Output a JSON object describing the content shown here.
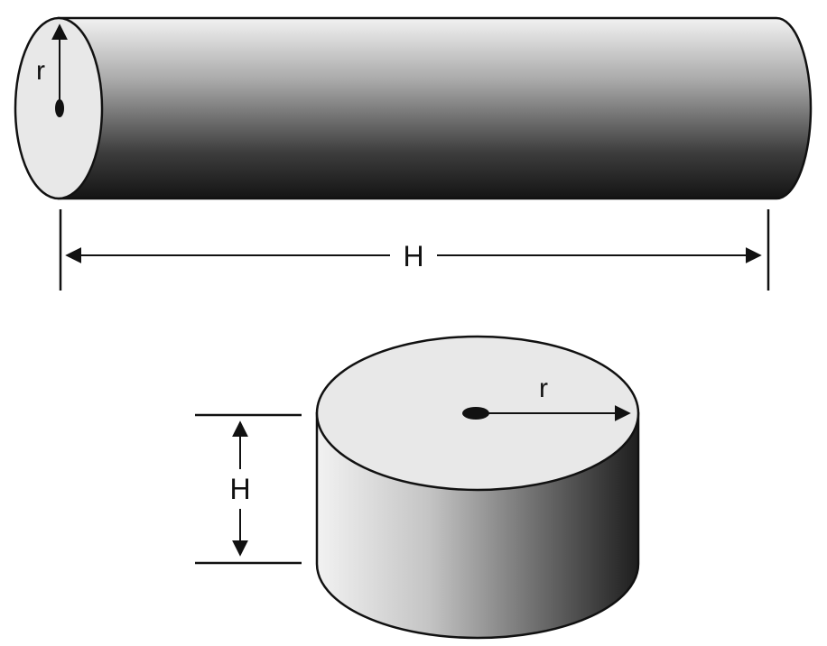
{
  "long_cylinder": {
    "radius_label": "r",
    "length_label": "H"
  },
  "short_cylinder": {
    "radius_label": "r",
    "height_label": "H"
  }
}
